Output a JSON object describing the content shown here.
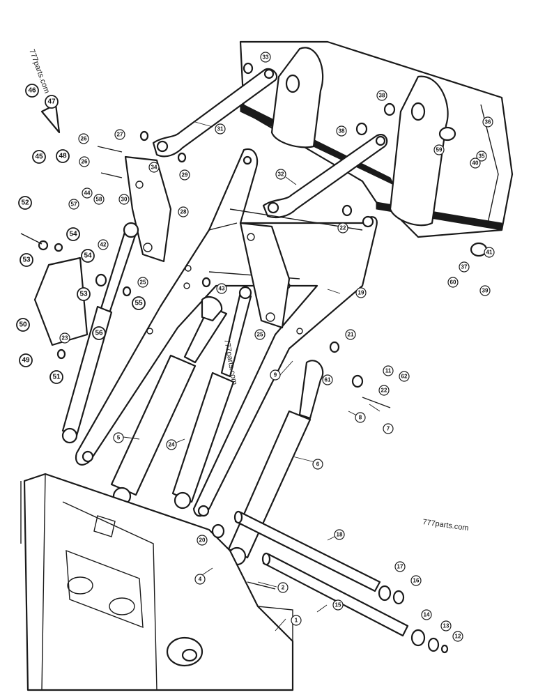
{
  "watermarks": [
    {
      "id": "wm-top-left",
      "text": "777parts.com"
    },
    {
      "id": "wm-center",
      "text": "777parts.com"
    },
    {
      "id": "wm-right",
      "text": "777parts.com"
    }
  ],
  "callouts": [
    "1",
    "2",
    "4",
    "5",
    "6",
    "7",
    "8",
    "9",
    "11",
    "12",
    "13",
    "14",
    "15",
    "16",
    "17",
    "18",
    "19",
    "20",
    "21",
    "22",
    "22",
    "23",
    "24",
    "25",
    "25",
    "26",
    "26",
    "27",
    "28",
    "29",
    "30",
    "31",
    "32",
    "33",
    "34",
    "35",
    "36",
    "37",
    "38",
    "38",
    "39",
    "40",
    "41",
    "42",
    "43",
    "44",
    "45",
    "46",
    "47",
    "48",
    "49",
    "50",
    "51",
    "52",
    "53",
    "53",
    "54",
    "54",
    "55",
    "56",
    "57",
    "58",
    "59",
    "60",
    "61",
    "62"
  ]
}
